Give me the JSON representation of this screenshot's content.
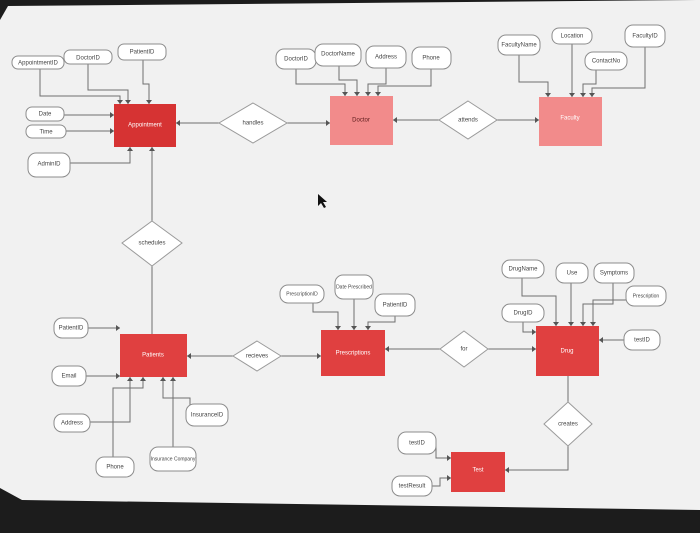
{
  "entities": {
    "appointment": "Appointment",
    "doctor": "Doctor",
    "faculty": "Faculty",
    "patients": "Patients",
    "prescriptions": "Prescriptions",
    "drug": "Drug",
    "test": "Test"
  },
  "relationships": {
    "handles": "handles",
    "attends": "attends",
    "schedules": "schedules",
    "recieves": "recieves",
    "for": "for",
    "creates": "creates"
  },
  "attributes": {
    "appointment_id": "AppointmentID",
    "appt_doctor_id": "DoctorID",
    "appt_patient_id": "PatientID",
    "date": "Date",
    "time": "Time",
    "admin_id": "AdminID",
    "doctor_id": "DoctorID",
    "doctor_name": "DoctorName",
    "doctor_address": "Address",
    "doctor_phone": "Phone",
    "faculty_name": "FacultyName",
    "location": "Location",
    "faculty_id": "FacultyID",
    "contact_no": "ContactNo",
    "patient_id": "PatientID",
    "email": "Email",
    "patient_address": "Address",
    "patient_phone": "Phone",
    "insurance_company": "Insurance Company",
    "insurance_id": "InsuranceID",
    "prescription_id": "PrescriptionID",
    "date_prescribed": "Date Prescribed",
    "presc_patient_id": "PatientID",
    "drug_name": "DrugName",
    "use": "Use",
    "symptoms": "Symptoms",
    "drug_prescription": "Prescription",
    "drug_id": "DrugID",
    "drug_test_id": "testID",
    "test_id": "testID",
    "test_result": "testResult"
  }
}
